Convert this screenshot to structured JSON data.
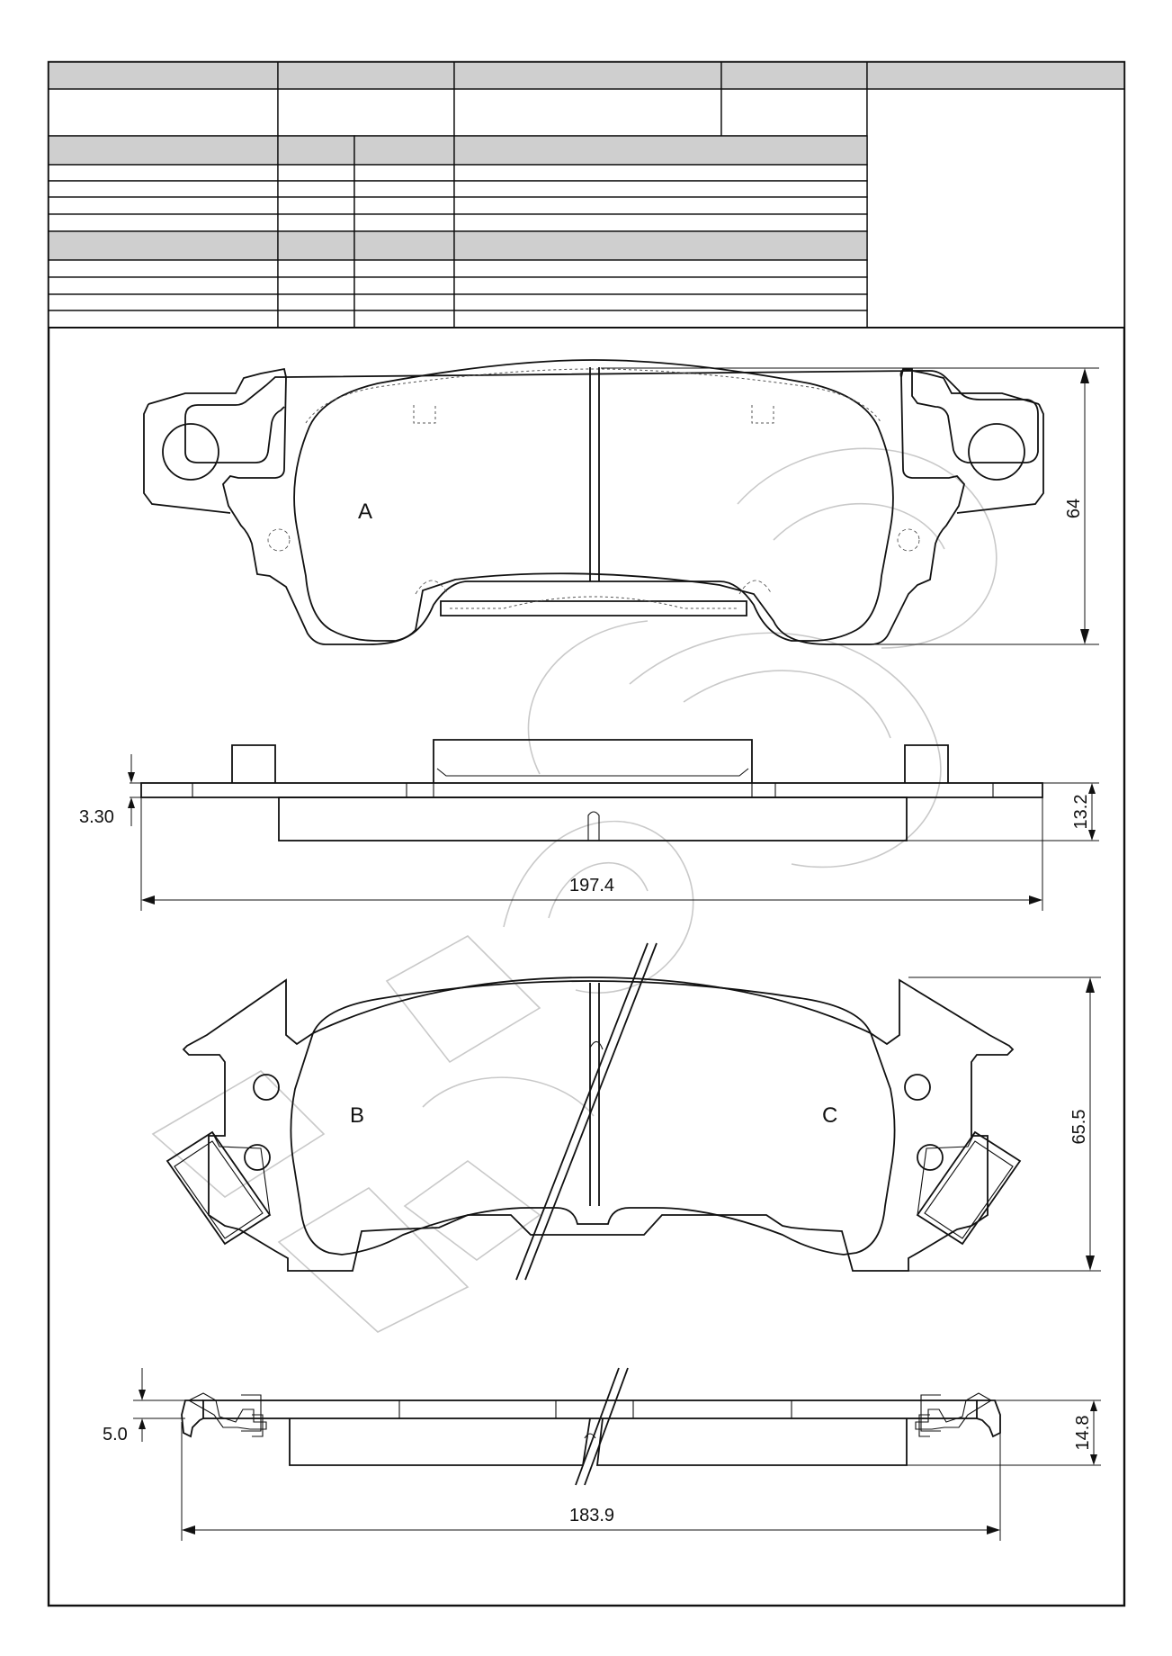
{
  "drawing": {
    "view_labels": {
      "a": "A",
      "b": "B",
      "c": "C"
    },
    "dimensions": {
      "pad_a_height": "64",
      "pad_a_width": "197.4",
      "pad_a_total_thickness": "13.2",
      "pad_a_backplate_thickness": "3.30",
      "pad_bc_height": "65.5",
      "pad_bc_width": "183.9",
      "pad_bc_total_thickness": "14.8",
      "pad_bc_backplate_thickness": "5.0"
    }
  }
}
